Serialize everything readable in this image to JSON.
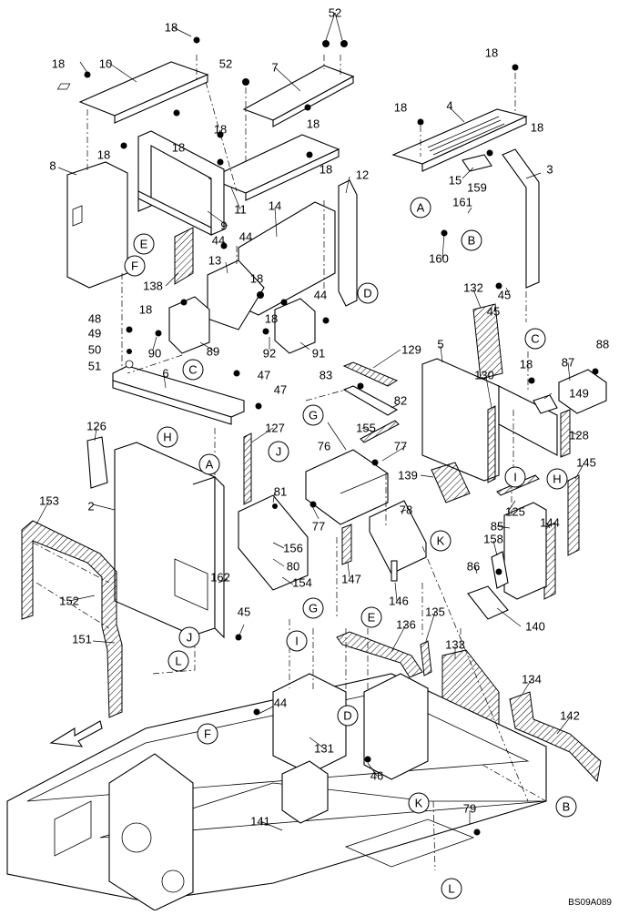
{
  "drawing_code": "BS09A089",
  "callouts": [
    {
      "id": "18"
    },
    {
      "id": "52"
    },
    {
      "id": "10"
    },
    {
      "id": "7"
    },
    {
      "id": "4"
    },
    {
      "id": "3"
    },
    {
      "id": "15"
    },
    {
      "id": "159"
    },
    {
      "id": "161"
    },
    {
      "id": "160"
    },
    {
      "id": "8"
    },
    {
      "id": "11"
    },
    {
      "id": "12"
    },
    {
      "id": "14"
    },
    {
      "id": "9"
    },
    {
      "id": "44"
    },
    {
      "id": "13"
    },
    {
      "id": "138"
    },
    {
      "id": "45"
    },
    {
      "id": "132"
    },
    {
      "id": "48"
    },
    {
      "id": "49"
    },
    {
      "id": "50"
    },
    {
      "id": "51"
    },
    {
      "id": "6"
    },
    {
      "id": "90"
    },
    {
      "id": "89"
    },
    {
      "id": "92"
    },
    {
      "id": "91"
    },
    {
      "id": "47"
    },
    {
      "id": "129"
    },
    {
      "id": "83"
    },
    {
      "id": "82"
    },
    {
      "id": "5"
    },
    {
      "id": "130"
    },
    {
      "id": "87"
    },
    {
      "id": "88"
    },
    {
      "id": "149"
    },
    {
      "id": "128"
    },
    {
      "id": "126"
    },
    {
      "id": "127"
    },
    {
      "id": "155"
    },
    {
      "id": "76"
    },
    {
      "id": "77"
    },
    {
      "id": "139"
    },
    {
      "id": "145"
    },
    {
      "id": "2"
    },
    {
      "id": "81"
    },
    {
      "id": "125"
    },
    {
      "id": "85"
    },
    {
      "id": "144"
    },
    {
      "id": "153"
    },
    {
      "id": "78"
    },
    {
      "id": "156"
    },
    {
      "id": "80"
    },
    {
      "id": "154"
    },
    {
      "id": "147"
    },
    {
      "id": "158"
    },
    {
      "id": "152"
    },
    {
      "id": "162"
    },
    {
      "id": "86"
    },
    {
      "id": "146"
    },
    {
      "id": "140"
    },
    {
      "id": "151"
    },
    {
      "id": "135"
    },
    {
      "id": "136"
    },
    {
      "id": "133"
    },
    {
      "id": "134"
    },
    {
      "id": "142"
    },
    {
      "id": "131"
    },
    {
      "id": "46"
    },
    {
      "id": "79"
    },
    {
      "id": "141"
    }
  ],
  "reference_letters": [
    "A",
    "B",
    "C",
    "D",
    "E",
    "F",
    "G",
    "H",
    "I",
    "J",
    "K",
    "L"
  ]
}
